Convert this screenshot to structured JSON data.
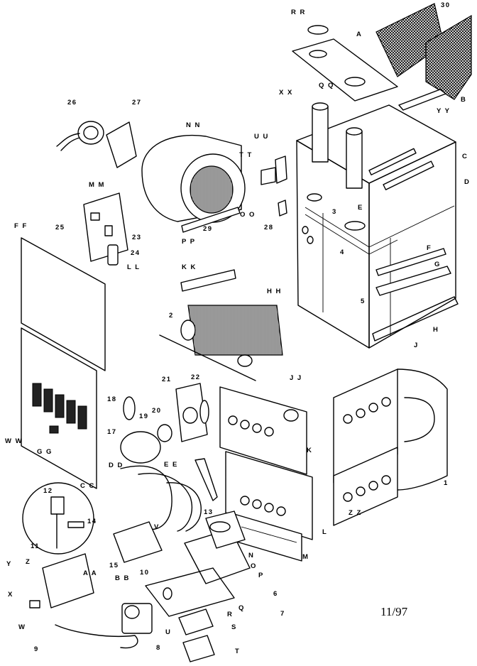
{
  "diagram": {
    "date_mark": "11/97",
    "labels": [
      {
        "id": "RR",
        "text": "R R"
      },
      {
        "id": "A",
        "text": "A"
      },
      {
        "id": "30",
        "text": "30"
      },
      {
        "id": "B",
        "text": "B"
      },
      {
        "id": "XX",
        "text": "X X"
      },
      {
        "id": "QQ",
        "text": "Q Q"
      },
      {
        "id": "YY",
        "text": "Y Y"
      },
      {
        "id": "26",
        "text": "26"
      },
      {
        "id": "27",
        "text": "27"
      },
      {
        "id": "NN",
        "text": "N N"
      },
      {
        "id": "UU",
        "text": "U U"
      },
      {
        "id": "TT",
        "text": "T T"
      },
      {
        "id": "C",
        "text": "C"
      },
      {
        "id": "D",
        "text": "D"
      },
      {
        "id": "MM",
        "text": "M M"
      },
      {
        "id": "3",
        "text": "3"
      },
      {
        "id": "E",
        "text": "E"
      },
      {
        "id": "25",
        "text": "25"
      },
      {
        "id": "23",
        "text": "23"
      },
      {
        "id": "28",
        "text": "28"
      },
      {
        "id": "OO",
        "text": "O O"
      },
      {
        "id": "29",
        "text": "29"
      },
      {
        "id": "PP",
        "text": "P P"
      },
      {
        "id": "24",
        "text": "24"
      },
      {
        "id": "FF",
        "text": "F F"
      },
      {
        "id": "F",
        "text": "F"
      },
      {
        "id": "4",
        "text": "4"
      },
      {
        "id": "G",
        "text": "G"
      },
      {
        "id": "5",
        "text": "5"
      },
      {
        "id": "LL",
        "text": "L L"
      },
      {
        "id": "KK",
        "text": "K K"
      },
      {
        "id": "HH",
        "text": "H H"
      },
      {
        "id": "H",
        "text": "H"
      },
      {
        "id": "2",
        "text": "2"
      },
      {
        "id": "J",
        "text": "J"
      },
      {
        "id": "21",
        "text": "21"
      },
      {
        "id": "22",
        "text": "22"
      },
      {
        "id": "JJ",
        "text": "J J"
      },
      {
        "id": "18",
        "text": "18"
      },
      {
        "id": "19",
        "text": "19"
      },
      {
        "id": "20",
        "text": "20"
      },
      {
        "id": "17",
        "text": "17"
      },
      {
        "id": "K",
        "text": "K"
      },
      {
        "id": "WW",
        "text": "W W"
      },
      {
        "id": "GG",
        "text": "G G"
      },
      {
        "id": "DD",
        "text": "D D"
      },
      {
        "id": "EE",
        "text": "E E"
      },
      {
        "id": "1",
        "text": "1"
      },
      {
        "id": "CC",
        "text": "C C"
      },
      {
        "id": "12",
        "text": "12"
      },
      {
        "id": "14",
        "text": "14"
      },
      {
        "id": "ZZ",
        "text": "Z Z"
      },
      {
        "id": "13",
        "text": "13"
      },
      {
        "id": "L",
        "text": "L"
      },
      {
        "id": "V",
        "text": "V"
      },
      {
        "id": "11",
        "text": "11"
      },
      {
        "id": "M",
        "text": "M"
      },
      {
        "id": "N",
        "text": "N"
      },
      {
        "id": "O",
        "text": "O"
      },
      {
        "id": "Y",
        "text": "Y"
      },
      {
        "id": "Z",
        "text": "Z"
      },
      {
        "id": "15",
        "text": "15"
      },
      {
        "id": "10",
        "text": "10"
      },
      {
        "id": "P",
        "text": "P"
      },
      {
        "id": "AA",
        "text": "A A"
      },
      {
        "id": "6",
        "text": "6"
      },
      {
        "id": "BB",
        "text": "B B"
      },
      {
        "id": "X",
        "text": "X"
      },
      {
        "id": "7",
        "text": "7"
      },
      {
        "id": "R",
        "text": "R"
      },
      {
        "id": "Q",
        "text": "Q"
      },
      {
        "id": "W",
        "text": "W"
      },
      {
        "id": "U",
        "text": "U"
      },
      {
        "id": "S",
        "text": "S"
      },
      {
        "id": "8",
        "text": "8"
      },
      {
        "id": "9",
        "text": "9"
      },
      {
        "id": "T",
        "text": "T"
      }
    ]
  }
}
